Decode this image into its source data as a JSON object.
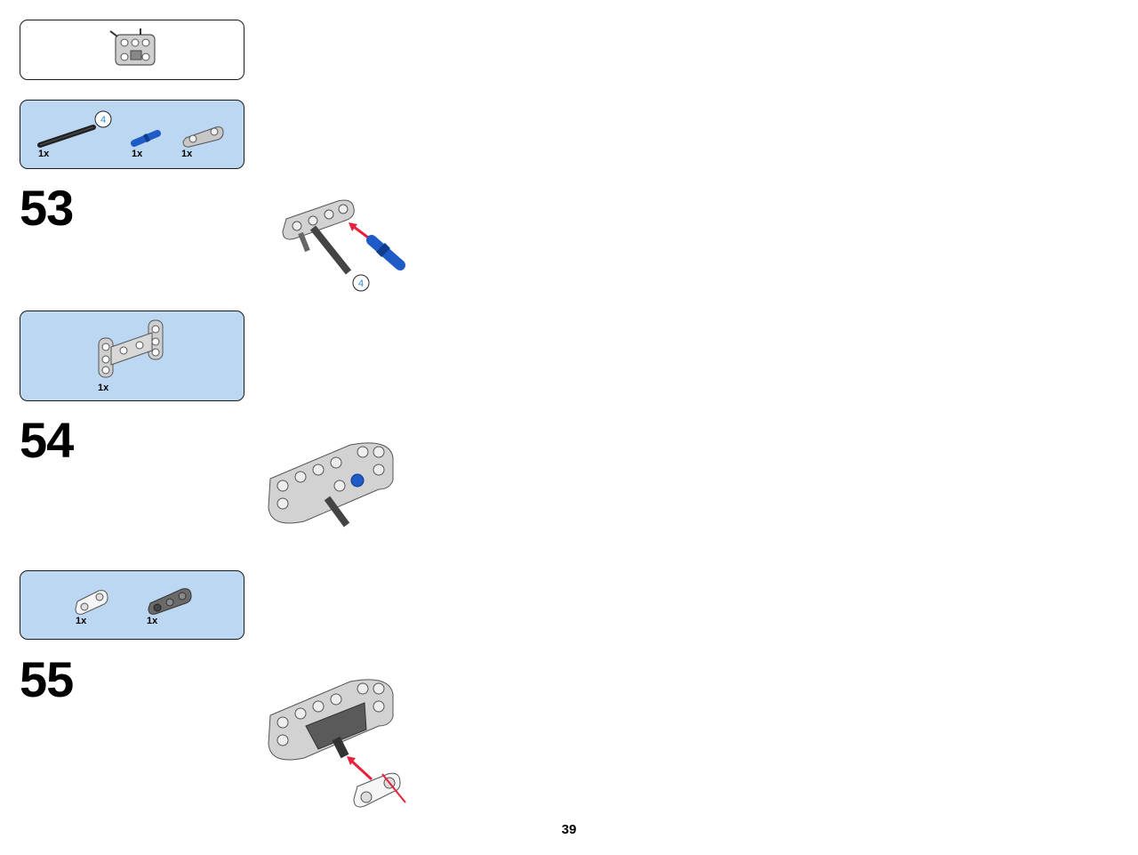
{
  "subassembly_preview": {
    "icon": "subassembly-icon"
  },
  "step53": {
    "number": "53",
    "parts": [
      {
        "name": "black-axle",
        "qty": "1x",
        "length_callout": "4"
      },
      {
        "name": "blue-axle-pin",
        "qty": "1x"
      },
      {
        "name": "grey-2-hole-beam",
        "qty": "1x"
      }
    ],
    "callout": "4"
  },
  "step54": {
    "number": "54",
    "parts": [
      {
        "name": "grey-h-frame",
        "qty": "1x"
      }
    ]
  },
  "step55": {
    "number": "55",
    "parts": [
      {
        "name": "white-cross-connector",
        "qty": "1x"
      },
      {
        "name": "dark-grey-beam-connector",
        "qty": "1x"
      }
    ]
  },
  "page_number": "39",
  "colors": {
    "parts_box": "#bcd7f2",
    "arrow": "#e8203a",
    "callout": "#2a8fd6",
    "blue_part": "#1e5bc6"
  }
}
